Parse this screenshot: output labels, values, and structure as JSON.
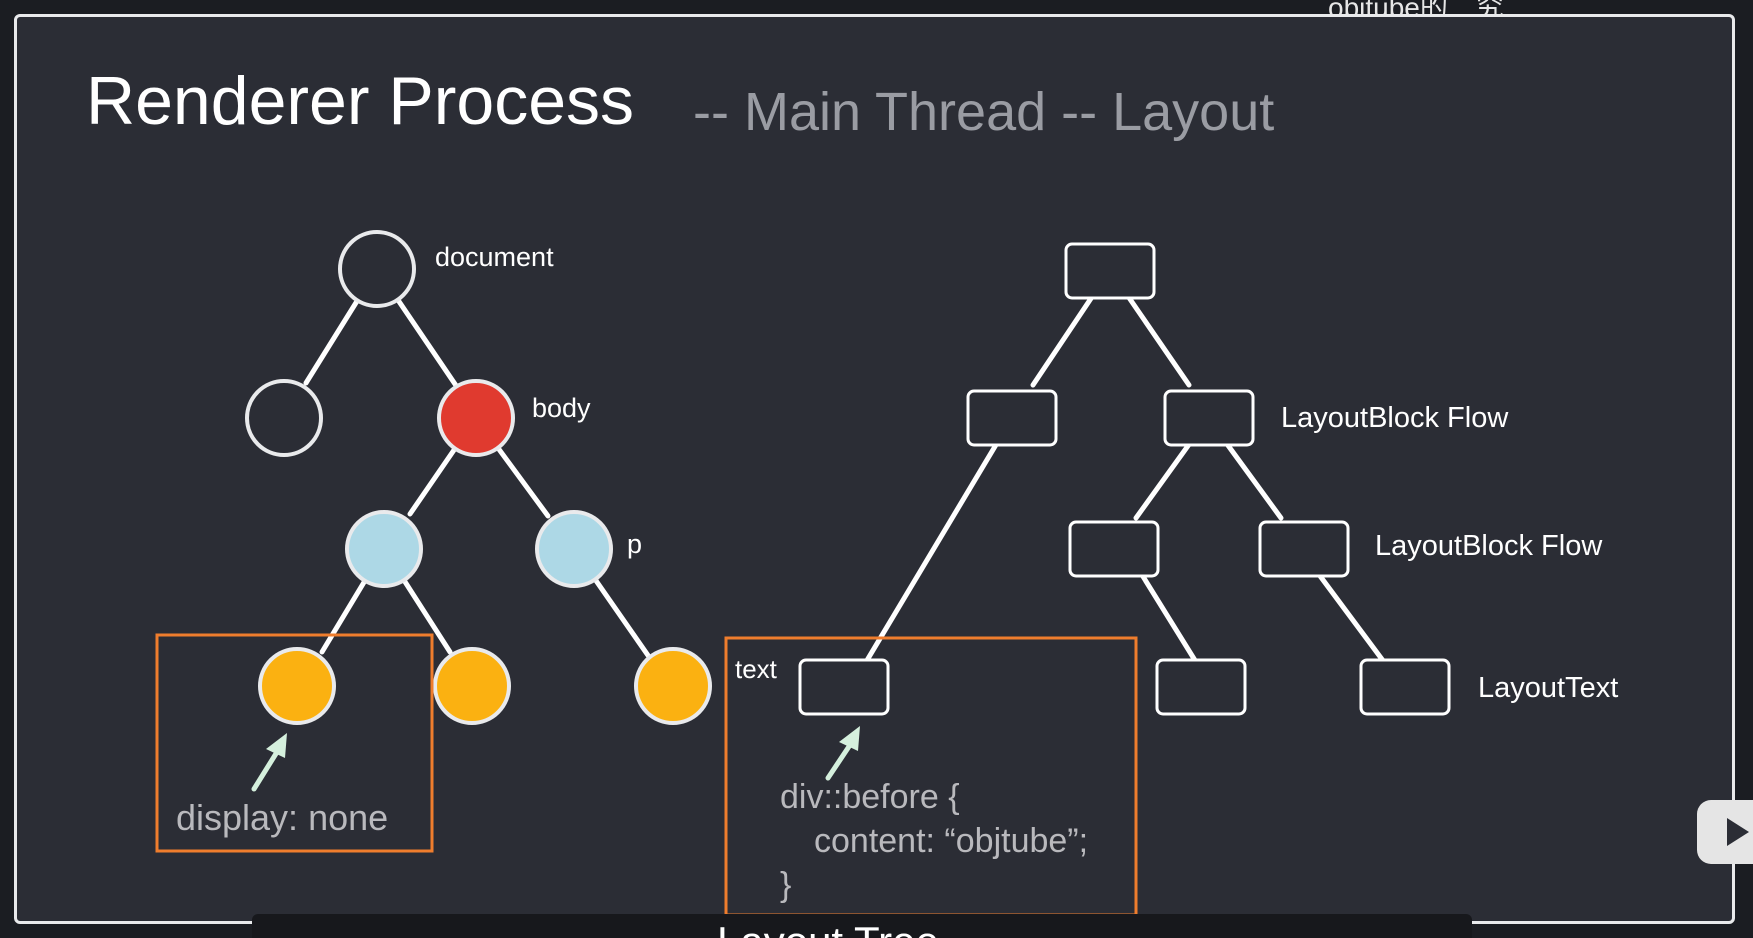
{
  "title": {
    "main": "Renderer Process",
    "sub": "-- Main Thread -- Layout"
  },
  "dom_tree": {
    "labels": {
      "document": "document",
      "body": "body",
      "p": "p"
    },
    "annotation": "display: none",
    "colors": {
      "root": "#2b2d35",
      "body": "#e03a2f",
      "inner": "#add8e6",
      "leaf": "#fbb111",
      "stroke": "#e9eaec"
    }
  },
  "layout_tree": {
    "labels": {
      "text": "text",
      "block_flow_1": "LayoutBlock Flow",
      "block_flow_2": "LayoutBlock Flow",
      "layout_text": "LayoutText"
    },
    "code": [
      "div::before {",
      "content: “objtube”;",
      "}"
    ]
  },
  "highlight_color": "#ef7d2d",
  "arrow_color": "#d5f0dd",
  "overlay": {
    "corner_text": "objtube的…究",
    "caption_text": "Layout Tree"
  }
}
